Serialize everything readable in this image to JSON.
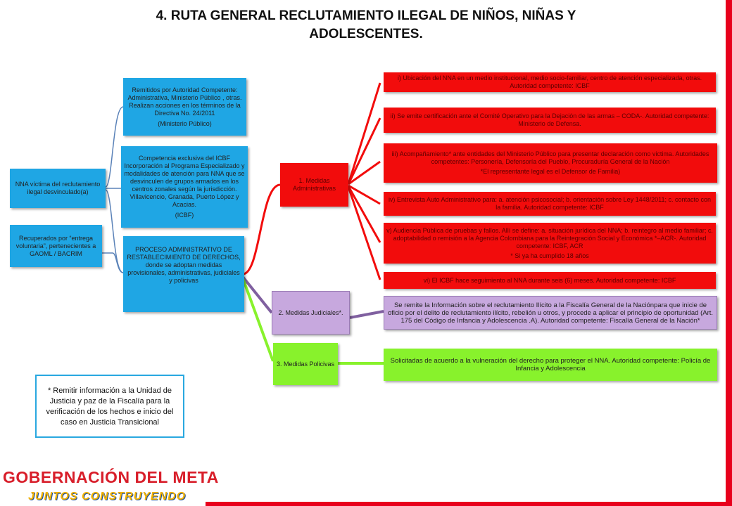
{
  "title": "4. RUTA GENERAL RECLUTAMIENTO ILEGAL DE NIÑOS, NIÑAS Y ADOLESCENTES.",
  "left_boxes": {
    "nna": "NNA víctima del reclutamiento ilegal desvinculado(a)",
    "recuperados": "Recuperados por “entrega voluntaria”, pertenecientes a GAOML / BACRIM"
  },
  "mid_boxes": {
    "remitidos": "Remitidos por Autoridad Competente: Administrativa, Ministerio Público , otras. Realizan acciones en los términos de la Directiva No. 24/2011",
    "remitidos_sub": "(Ministerio Público)",
    "competencia": "Competencia exclusiva del ICBF Incorporación al Programa Especializado y modalidades de atención para NNA que se desvinculen de grupos armados en los centros zonales según la jurisdicción. Villavicencio, Granada, Puerto  López y Acacias.",
    "competencia_sub": "(ICBF)",
    "proceso": "PROCESO ADMINISTRATIVO DE RESTABLECIMIENTO DE DERECHOS, donde se adoptan medidas provisionales, administrativas, judiciales y policivas"
  },
  "measures": {
    "administrativas": "1. Medidas Administrativas",
    "judiciales": "2. Medidas Judiciales*.",
    "policivas": "3. Medidas Policivas"
  },
  "admin_items": [
    {
      "text": "i) Ubicación del NNA en un medio institucional, medio socio-familiar, centro de atención especializada, otras. Autoridad competente: ICBF",
      "sub": ""
    },
    {
      "text": "ii) Se emite certificación ante el Comité Operativo para la Dejación de las armas – CODA-. Autoridad competente: Ministerio de Defensa.",
      "sub": ""
    },
    {
      "text": "iii) Acompañamiento* ante entidades del Ministerio Público para presentar declaración como victima. Autoridades competentes: Personería, Defensoría del Pueblo, Procuraduría General de la Nación",
      "sub": "*El representante legal es el Defensor de Familia)"
    },
    {
      "text": "iv) Entrevista Auto Administrativo para: a. atención psicosocial; b. orientación sobre Ley 1448/2011; c. contacto con la familia. Autoridad competente: ICBF",
      "sub": ""
    },
    {
      "text": "v) Audiencia Pública de pruebas y fallos. Allí se define: a. situación jurídica del NNA; b. reintegro al medio familiar; c. adoptabilidad o remisión a la Agencia Colombiana para la Reintegración Social y Económica *–ACR-. Autoridad competente: ICBF, ACR",
      "sub": "* Si ya ha cumplido 18 años"
    },
    {
      "text": "vi) El ICBF hace seguimiento al NNA durante seis (6) meses. Autoridad competente: ICBF",
      "sub": ""
    }
  ],
  "judicial_detail": "Se remite la Información sobre el reclutamiento Ilícito a la Fiscalía General de la Naciónpara que inicie de oficio por el delito de reclutamiento ilícito, rebelión u otros, y procede a aplicar el principio de oportunidad (Art. 175 del  Código de Infancia y Adolescencia .A). Autoridad competente: Fiscalía General de la Nación*",
  "policiva_detail": "Solicitadas de acuerdo a la vulneración del derecho para proteger el NNA. Autoridad competente: Policía de Infancia y Adolescencia",
  "note": "* Remitir información a la Unidad de Justicia y paz de la Fiscalía para la verificación de los hechos e inicio del caso en Justicia Transicional",
  "logo": {
    "top": "GOBERNACIÓN DEL META",
    "bottom": "JUNTOS CONSTRUYENDO"
  },
  "colors": {
    "blue": "#1fa6e4",
    "red": "#f20c0c",
    "purple": "#c7a8de",
    "green": "#88f22c",
    "connector_blue": "#5a82b8"
  }
}
